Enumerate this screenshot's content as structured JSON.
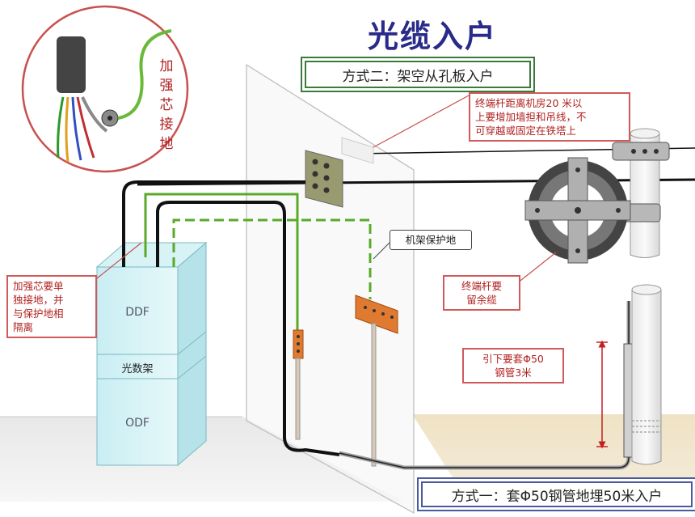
{
  "title": "光缆入户",
  "method_two": "方式二：架空从孔板入户",
  "method_one": "方式一：套Φ50钢管地埋50米入户",
  "notes": {
    "pole_distance": [
      "终端杆距离机房20 米以",
      "上要增加墙担和吊线，不",
      "可穿越或固定在铁塔上"
    ],
    "rack_ground": "机架保护地",
    "strength_core_ground_inset": "加强芯接地",
    "strength_core_separate": [
      "加强芯要单",
      "独接地，并",
      "与保护地相",
      "隔离"
    ],
    "pole_slack": [
      "终端杆要",
      "留余缆"
    ],
    "downlead_pipe": [
      "引下要套Φ50",
      "钢管3米"
    ]
  },
  "cabinet_labels": {
    "ddf": "DDF",
    "frame": "光数架",
    "odf": "ODF"
  },
  "colors": {
    "title": "#2a2a8a",
    "callout_border": "#d05a5a",
    "ground_wire": "#5aaa2a",
    "cable": "#111111",
    "cabinet": "#bfe8ee"
  }
}
